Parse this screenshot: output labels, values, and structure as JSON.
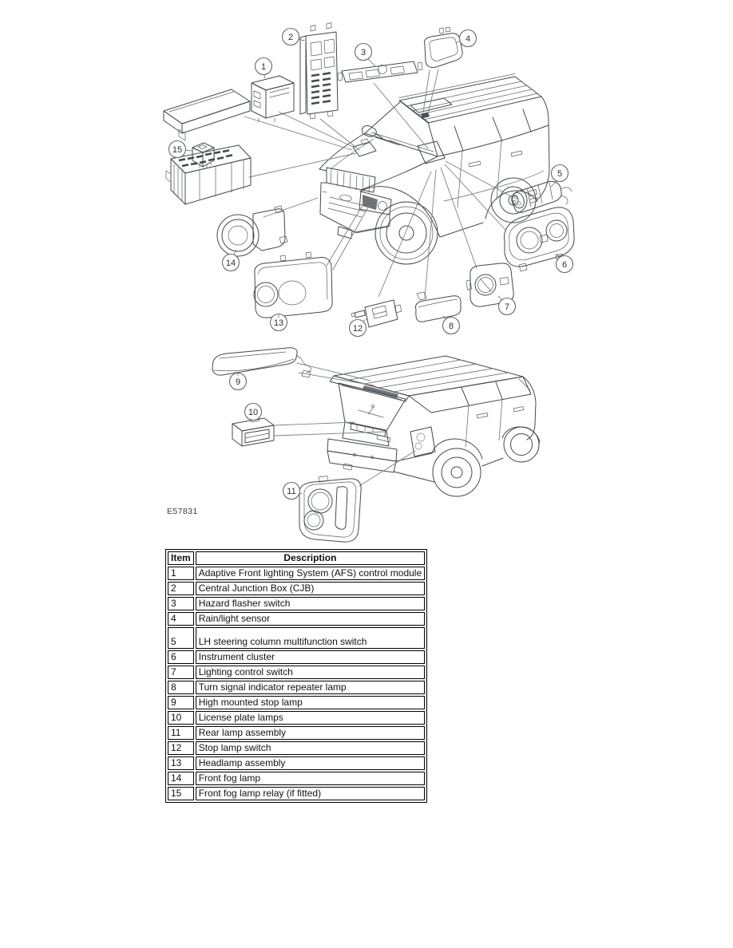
{
  "figure": {
    "code": "E57831",
    "callouts": [
      {
        "num": "1"
      },
      {
        "num": "2"
      },
      {
        "num": "3"
      },
      {
        "num": "4"
      },
      {
        "num": "5"
      },
      {
        "num": "6"
      },
      {
        "num": "7"
      },
      {
        "num": "8"
      },
      {
        "num": "9"
      },
      {
        "num": "10"
      },
      {
        "num": "11"
      },
      {
        "num": "12"
      },
      {
        "num": "13"
      },
      {
        "num": "14"
      },
      {
        "num": "15"
      }
    ]
  },
  "table": {
    "header": {
      "item": "Item",
      "description": "Description"
    },
    "rows": [
      {
        "item": "1",
        "description": "Adaptive Front lighting System (AFS) control module"
      },
      {
        "item": "2",
        "description": "Central Junction Box (CJB)"
      },
      {
        "item": "3",
        "description": "Hazard flasher switch"
      },
      {
        "item": "4",
        "description": "Rain/light sensor"
      },
      {
        "item": "5",
        "description": "LH steering column multifunction switch"
      },
      {
        "item": "6",
        "description": "Instrument cluster"
      },
      {
        "item": "7",
        "description": "Lighting control switch"
      },
      {
        "item": "8",
        "description": "Turn signal indicator repeater lamp"
      },
      {
        "item": "9",
        "description": "High mounted stop lamp"
      },
      {
        "item": "10",
        "description": "License plate lamps"
      },
      {
        "item": "11",
        "description": "Rear lamp assembly"
      },
      {
        "item": "12",
        "description": "Stop lamp switch"
      },
      {
        "item": "13",
        "description": "Headlamp assembly"
      },
      {
        "item": "14",
        "description": "Front fog lamp"
      },
      {
        "item": "15",
        "description": "Front fog lamp relay (if fitted)"
      }
    ]
  },
  "colors": {
    "line": "#45484c",
    "shade": "#9aa0a5",
    "dark_shade": "#697075",
    "table_border": "#000000"
  }
}
